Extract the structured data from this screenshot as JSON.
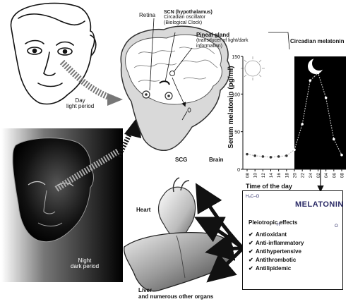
{
  "labels": {
    "day": "Day",
    "day_period": "light period",
    "night": "Night",
    "night_period": "dark period",
    "retina": "Retina",
    "scn_title": "SCN (hypothalamus)",
    "scn_line2": "Circadian oscillator",
    "scn_line3": "(Biological Clock)",
    "pineal_title": "Pineal gland",
    "pineal_line2": "(transducer of light/dark",
    "pineal_line3": "information)",
    "circadian_melatonin": "Circadian melatonin",
    "scg": "SCG",
    "brain": "Brain",
    "heart": "Heart",
    "liver": "Liver",
    "liver_sub": "and numerous other organs",
    "melatonin": "MELATONIN",
    "pleiotropic": "Pleiotropic effects",
    "molecule_methoxy": "H₃C–O",
    "molecule_h": "H",
    "molecule_o": "O"
  },
  "effects": [
    "Antioxidant",
    "Anti-inflammatory",
    "Antihypertensive",
    "Antithrombotic",
    "Antilipidemic"
  ],
  "check_glyph": "✔",
  "chart_data": {
    "type": "line",
    "ylabel": "Serum melatonin (pg/ml)",
    "xlabel": "Time of the day",
    "ylim": [
      0,
      150
    ],
    "yticks": [
      0,
      50,
      100,
      150
    ],
    "x": [
      "08",
      "10",
      "12",
      "14",
      "16",
      "18",
      "20",
      "22",
      "24",
      "02",
      "04",
      "06",
      "08"
    ],
    "values": [
      20,
      18,
      17,
      16,
      17,
      18,
      26,
      60,
      118,
      128,
      95,
      40,
      19
    ],
    "dark_period": [
      "20",
      "08"
    ]
  }
}
